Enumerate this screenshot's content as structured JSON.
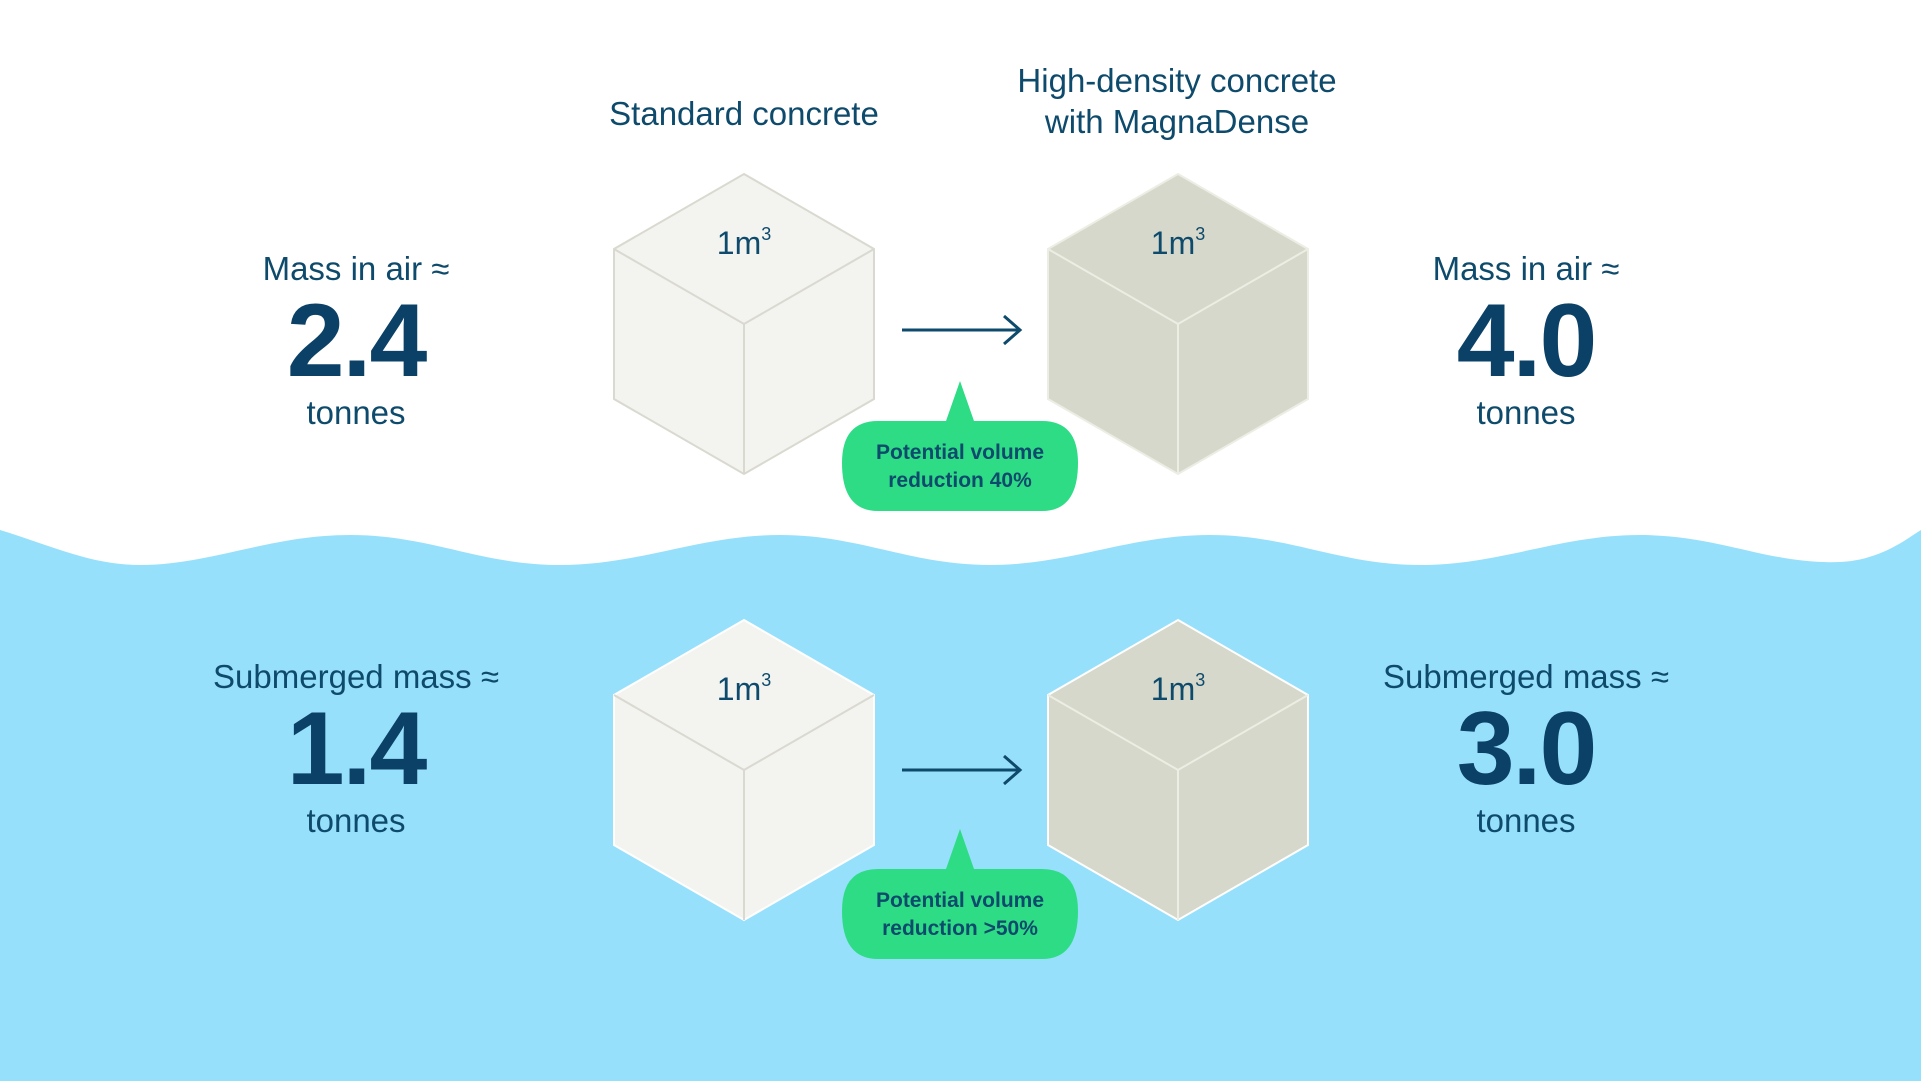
{
  "headings": {
    "standard": "Standard concrete",
    "high_density_line1": "High-density concrete",
    "high_density_line2": "with MagnaDense"
  },
  "air": {
    "left": {
      "label": "Mass in air ≈",
      "value": "2.4",
      "unit": "tonnes"
    },
    "right": {
      "label": "Mass in air ≈",
      "value": "4.0",
      "unit": "tonnes"
    },
    "cube_left": {
      "label": "1m",
      "sup": "3"
    },
    "cube_right": {
      "label": "1m",
      "sup": "3"
    },
    "bubble": {
      "line1": "Potential volume",
      "line2": "reduction 40%"
    }
  },
  "submerged": {
    "left": {
      "label": "Submerged mass ≈",
      "value": "1.4",
      "unit": "tonnes"
    },
    "right": {
      "label": "Submerged mass ≈",
      "value": "3.0",
      "unit": "tonnes"
    },
    "cube_left": {
      "label": "1m",
      "sup": "3"
    },
    "cube_right": {
      "label": "1m",
      "sup": "3"
    },
    "bubble": {
      "line1": "Potential volume",
      "line2": "reduction >50%"
    }
  },
  "colors": {
    "water": "#97e0fb",
    "text_navy": "#0e4a6b",
    "standard_cube": "#f3f3f0",
    "dense_cube": "#d6d8cb",
    "bubble_green": "#2edc86",
    "arrow": "#0e4a6b"
  }
}
